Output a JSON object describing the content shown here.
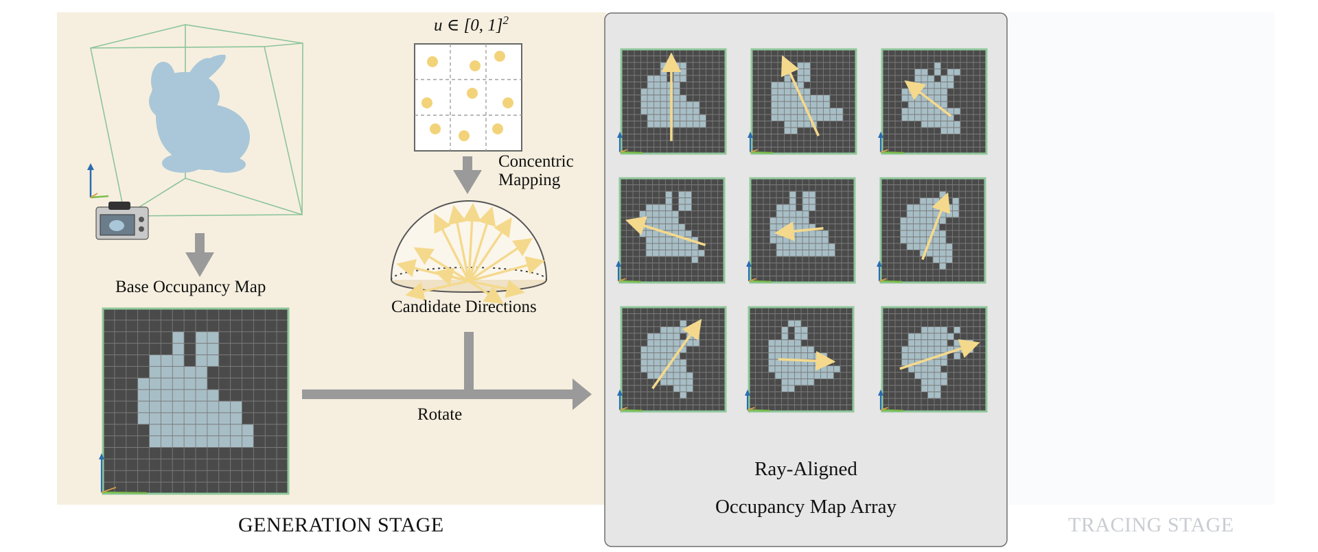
{
  "diagram": {
    "generation_stage_label": "GENERATION STAGE",
    "tracing_stage_label": "TRACING STAGE",
    "base_occupancy_map_label": "Base Occupancy Map",
    "sample_domain_label": "u ∈ [0, 1]",
    "sample_domain_exponent": "2",
    "concentric_mapping_label_line1": "Concentric",
    "concentric_mapping_label_line2": "Mapping",
    "candidate_directions_label": "Candidate Directions",
    "rotate_label": "Rotate",
    "ray_aligned_label_line1": "Ray-Aligned",
    "ray_aligned_label_line2": "Occupancy Map Array"
  },
  "colors": {
    "generation_bg": "#f6efdf",
    "tracing_bg": "#fafbfd",
    "array_panel_bg": "#e6e6e6",
    "grid_dark": "#4a4a4a",
    "grid_line": "#7b7b7b",
    "occupied_cell": "#a7bec6",
    "map_border": "#8fc79a",
    "sample_dot": "#f2d37a",
    "ray_arrow": "#f4d98c",
    "flow_arrow": "#9a9a9a",
    "bunny": "#a9c7d8",
    "bbox_line": "#8cc49a",
    "tracing_caption": "#c9ccd1"
  }
}
